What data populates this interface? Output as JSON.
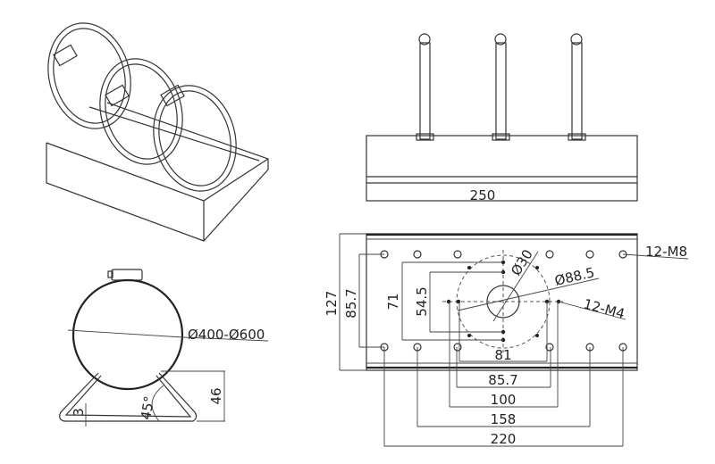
{
  "title": "Pole mounting bracket technical drawing",
  "side_view": {
    "width_label": "250"
  },
  "plan_view": {
    "height_total": "127",
    "height_holes": "85.7",
    "dim_71": "71",
    "dim_54_5": "54.5",
    "dim_81": "81",
    "dim_85_7": "85.7",
    "dim_100": "100",
    "dim_158": "158",
    "dim_220": "220",
    "diameter_30": "Ø30",
    "diameter_88_5": "Ø88.5",
    "holes_m8": "12-M8",
    "holes_m4": "12-M4"
  },
  "front_view": {
    "pole_diameter": "Ø400-Ø600",
    "height_46": "46",
    "thickness_3": "3",
    "angle_45": "45°"
  }
}
